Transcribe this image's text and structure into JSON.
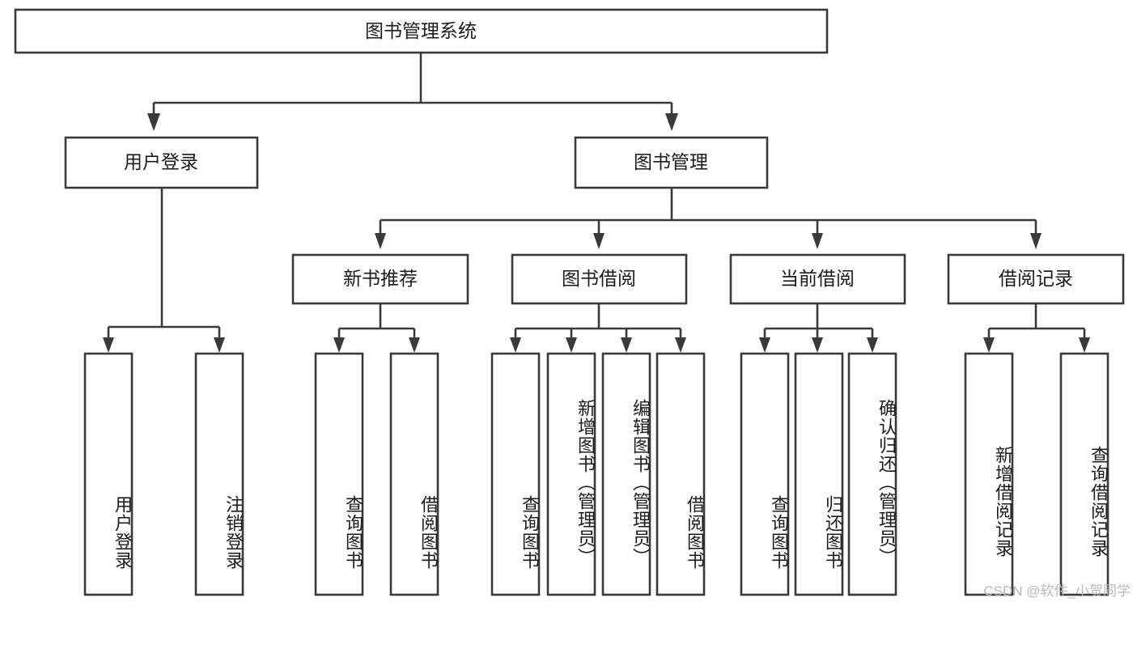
{
  "diagram": {
    "title": "图书管理系统",
    "type": "tree-hierarchy",
    "watermark": "CSDN @软件_小贺同学",
    "root": {
      "id": "root",
      "label": "图书管理系统",
      "orientation": "horizontal"
    },
    "level2": [
      {
        "id": "user-login",
        "label": "用户登录",
        "orientation": "horizontal"
      },
      {
        "id": "book-management",
        "label": "图书管理",
        "orientation": "horizontal"
      }
    ],
    "level3": [
      {
        "id": "new-book-recommend",
        "label": "新书推荐",
        "orientation": "horizontal"
      },
      {
        "id": "book-borrow",
        "label": "图书借阅",
        "orientation": "horizontal"
      },
      {
        "id": "current-borrow",
        "label": "当前借阅",
        "orientation": "horizontal"
      },
      {
        "id": "borrow-record",
        "label": "借阅记录",
        "orientation": "horizontal"
      }
    ],
    "leaves": {
      "user-login": [
        {
          "id": "leaf-user-login",
          "label": "用户登录",
          "orientation": "vertical"
        },
        {
          "id": "leaf-logout-login",
          "label": "注销登录",
          "orientation": "vertical"
        }
      ],
      "new-book-recommend": [
        {
          "id": "leaf-query-book-1",
          "label": "查询图书",
          "orientation": "vertical"
        },
        {
          "id": "leaf-borrow-book-1",
          "label": "借阅图书",
          "orientation": "vertical"
        }
      ],
      "book-borrow": [
        {
          "id": "leaf-query-book-2",
          "label": "查询图书",
          "orientation": "vertical"
        },
        {
          "id": "leaf-add-book-admin",
          "label": "新增图书（管理员）",
          "orientation": "vertical"
        },
        {
          "id": "leaf-edit-book-admin",
          "label": "编辑图书（管理员）",
          "orientation": "vertical"
        },
        {
          "id": "leaf-borrow-book-2",
          "label": "借阅图书",
          "orientation": "vertical"
        }
      ],
      "current-borrow": [
        {
          "id": "leaf-query-book-3",
          "label": "查询图书",
          "orientation": "vertical"
        },
        {
          "id": "leaf-return-book",
          "label": "归还图书",
          "orientation": "vertical"
        },
        {
          "id": "leaf-confirm-return-admin",
          "label": "确认归还（管理员）",
          "orientation": "vertical"
        }
      ],
      "borrow-record": [
        {
          "id": "leaf-add-borrow-record",
          "label": "新增借阅记录",
          "orientation": "vertical"
        },
        {
          "id": "leaf-query-borrow-record",
          "label": "查询借阅记录",
          "orientation": "vertical"
        }
      ]
    },
    "colors": {
      "stroke": "#3a3a3a",
      "fill": "#ffffff",
      "text": "#1b1b1b",
      "watermark": "#b9b9b9"
    }
  }
}
